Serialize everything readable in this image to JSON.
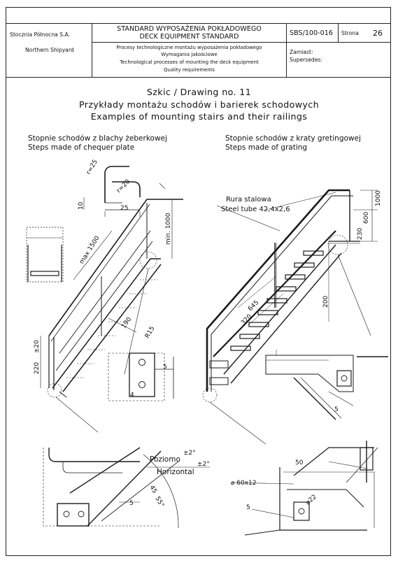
{
  "header": {
    "company_pl": "Stocznia Północna S.A.",
    "company_en": "Northern Shipyard",
    "standard_pl": "STANDARD  WYPOSAŻENIA POKŁADOWEGO",
    "standard_en": "DECK EQUIPMENT STANDARD",
    "doc_no": "SBS/100-016",
    "page_label": "Strona",
    "page_no": "26",
    "process_pl": "Procesy technologiczne  montażu wyposażenia pokładowego",
    "req_pl": "Wymagania jakościowe",
    "process_en": "Technological processes of mounting the deck equipment",
    "req_en": "Quality  requirements",
    "replaces_label": "Zamiast:",
    "supersedes_label": "Supersedes:"
  },
  "drawing": {
    "sketch_title": "Szkic / Drawing  no. 11",
    "title_pl": "Przykłady montażu schodów i barierek schodowych",
    "title_en": "Examples of mounting stairs and their railings",
    "left_caption_pl": "Stopnie schodów z blachy żeberkowej",
    "left_caption_en": "Steps made of chequer plate",
    "right_caption_pl": "Stopnie schodów z kraty gretingowej",
    "right_caption_en": "Steps made of grating",
    "tube_pl": "Rura stalowa",
    "tube_en": "Steel tube 42,4x2,6",
    "horizontal_pl": "Poziomo",
    "horizontal_en": "Horizontal",
    "tol_deg": "±2°",
    "dims": {
      "r25": "r=25",
      "r20": "r=20",
      "d10": "10",
      "d25": "25",
      "max1500": "max 1500",
      "min1000": "min. 1000",
      "d190": "190",
      "r15": "R15",
      "d220": "220",
      "pm20": "±20",
      "d4": "4",
      "d5a": "5",
      "d1000": "1000",
      "d600": "600",
      "d230": "230",
      "d645": "645",
      "d320": "320",
      "d200": "200",
      "d5b": "5",
      "d45": "45",
      "d55": "55°",
      "d5c": "5",
      "d50": "50",
      "phi60": "⌀ 60x12",
      "d5d": "5",
      "phi22": "⌀22"
    }
  }
}
